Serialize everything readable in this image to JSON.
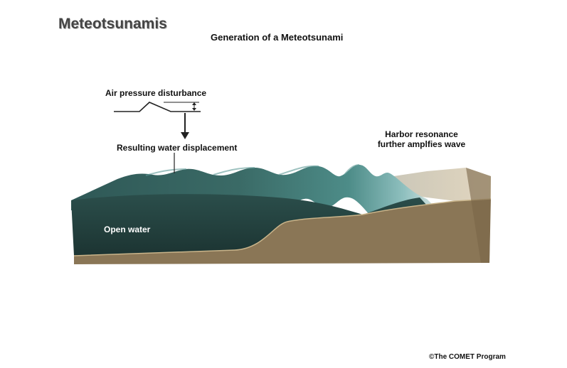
{
  "header": {
    "title": "Meteotsunamis"
  },
  "diagram": {
    "title": "Generation of a Meteotsunami",
    "labels": {
      "pressure": "Air  pressure disturbance",
      "displacement": "Resulting water displacement",
      "harbor_line1": "Harbor resonance",
      "harbor_line2": "further amplfies wave",
      "open_water": "Open water"
    },
    "colors": {
      "water_deep": "#23413f",
      "water_mid": "#2e5a56",
      "water_light": "#6fa8a6",
      "sand": "#8a7656",
      "sand_dark": "#6f5d42",
      "beach": "#d8cdb8"
    }
  },
  "footer": {
    "credit": "©The COMET Program"
  }
}
